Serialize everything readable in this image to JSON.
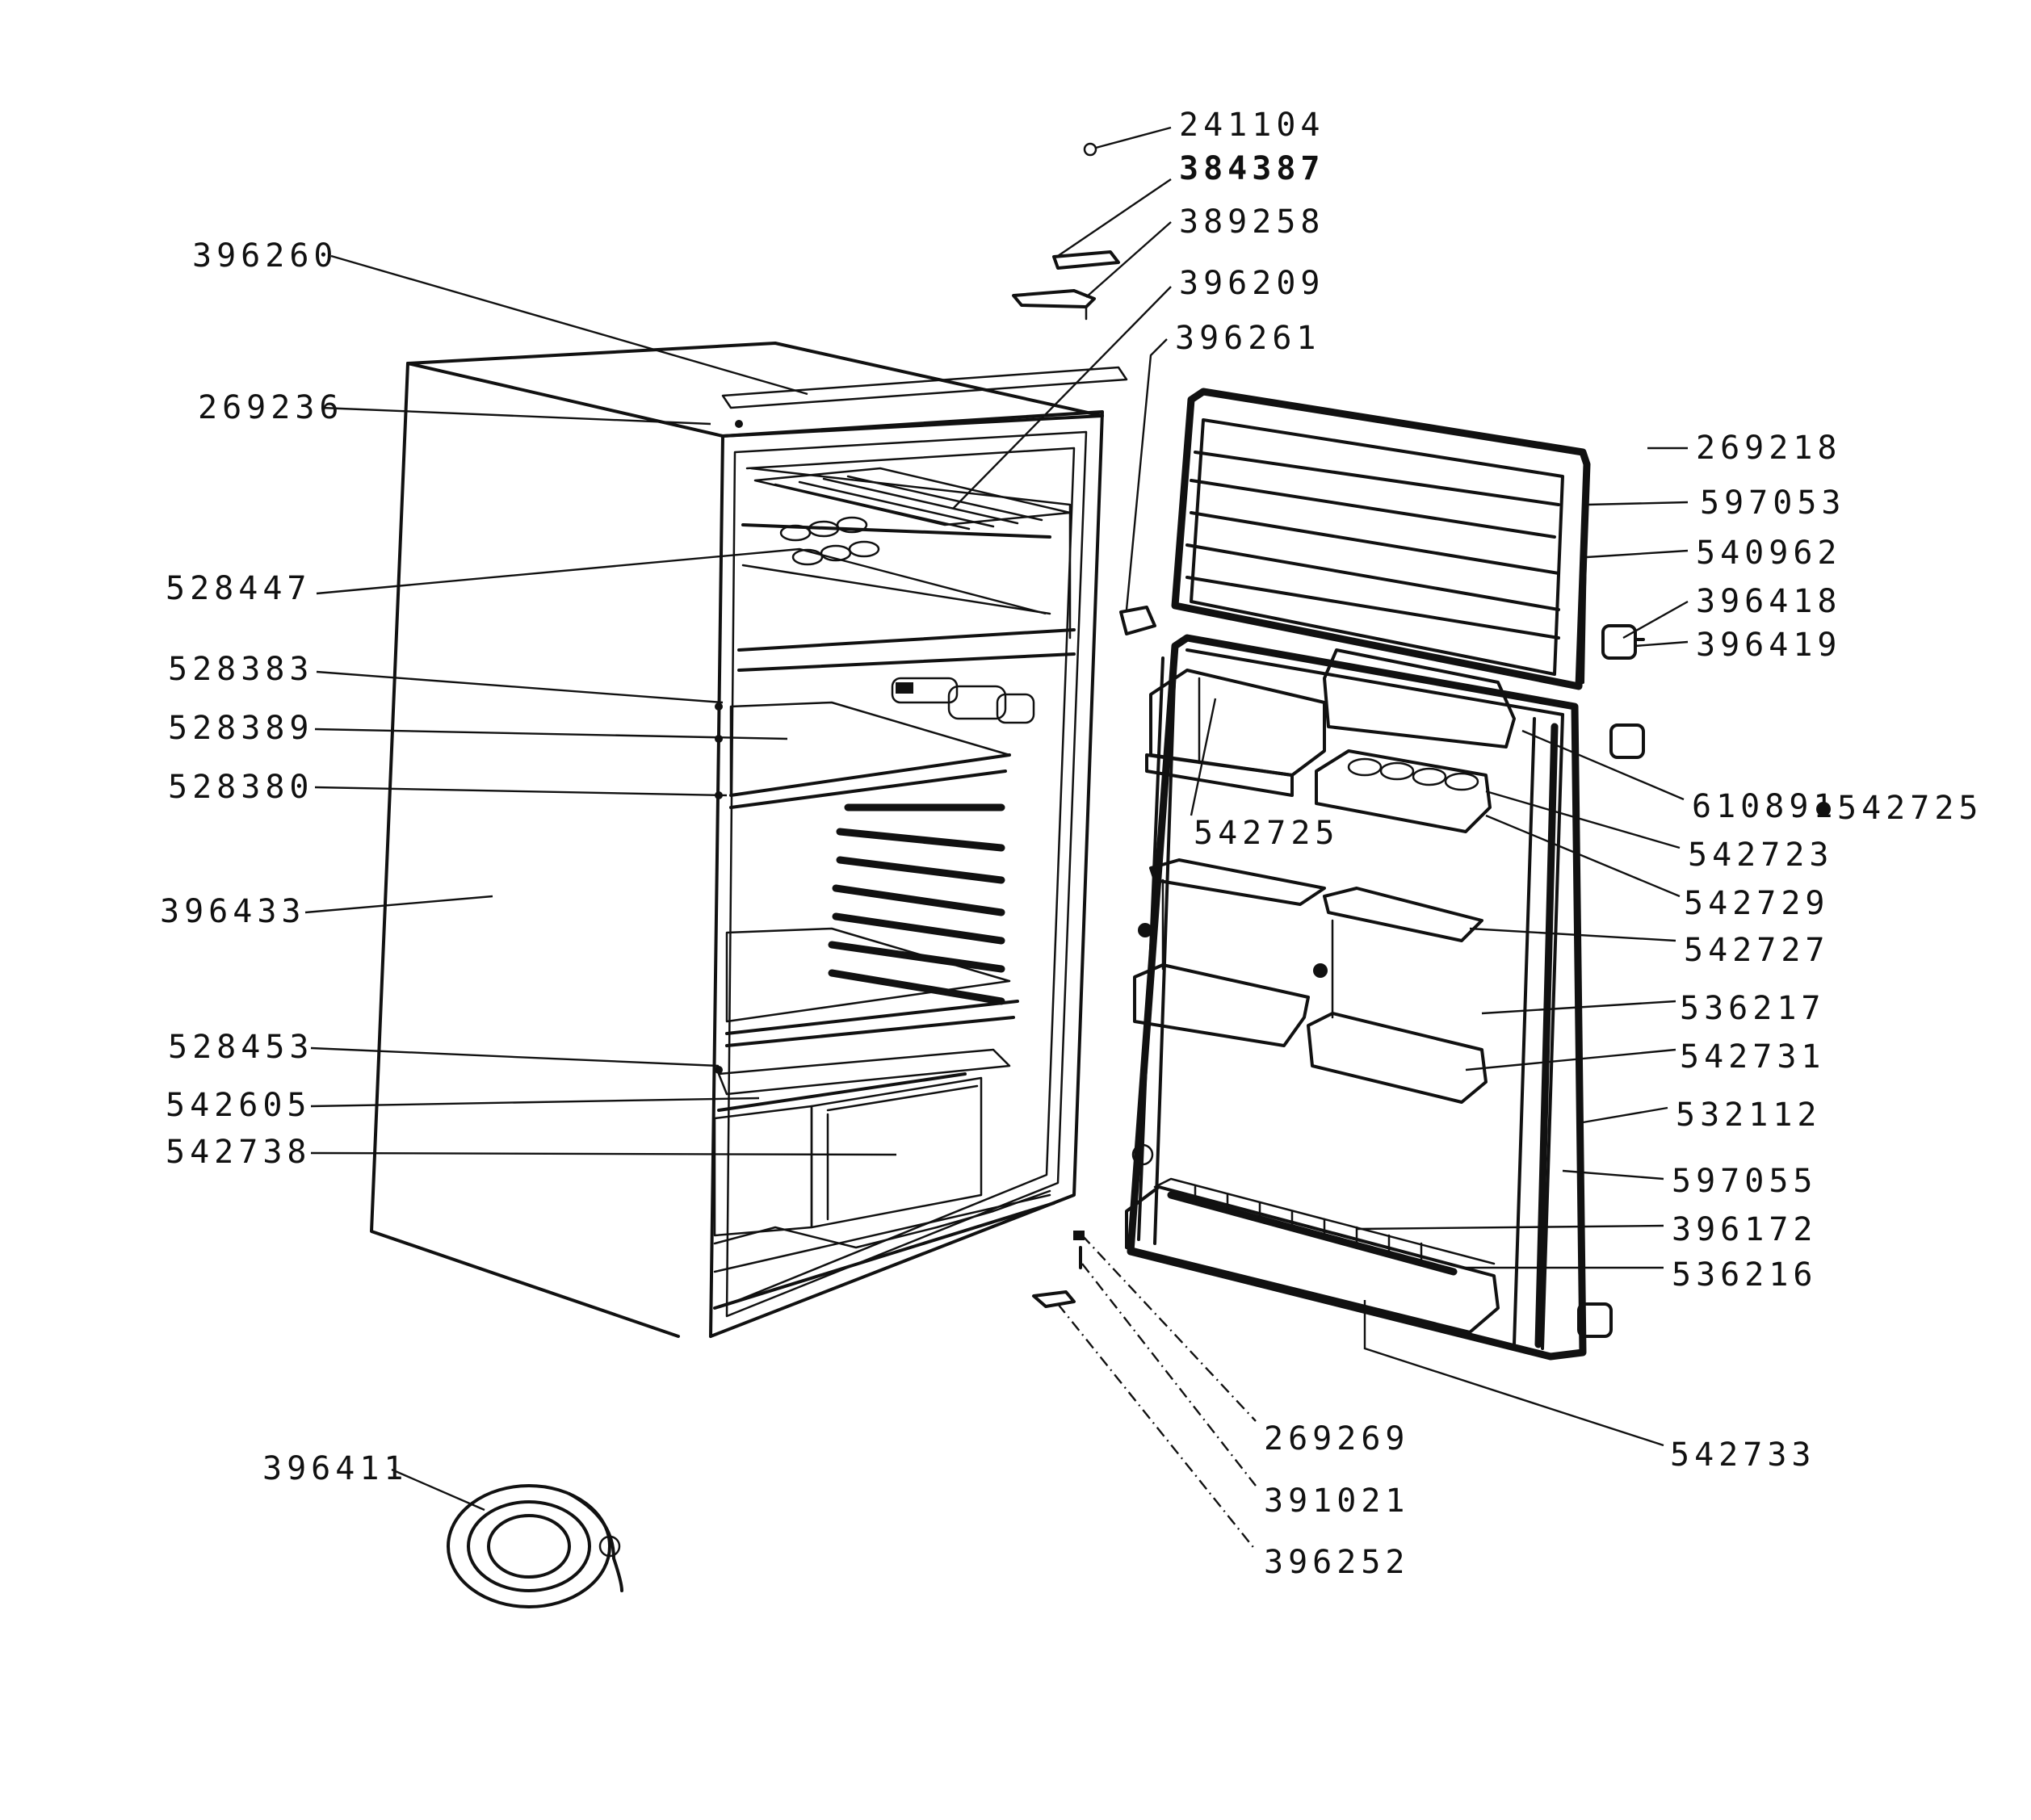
{
  "labels": {
    "l241104": "241104",
    "l384387": "384387",
    "l389258": "389258",
    "l396209": "396209",
    "l396261": "396261",
    "l396260": "396260",
    "l269236": "269236",
    "l269218": "269218",
    "l597053": "597053",
    "l540962": "540962",
    "l396418": "396418",
    "l396419": "396419",
    "l528447": "528447",
    "l528383": "528383",
    "l528389": "528389",
    "l528380": "528380",
    "l542725a": "542725",
    "l610891": "610891",
    "l542725b": "542725",
    "l542723": "542723",
    "l542729": "542729",
    "l396433": "396433",
    "l542727": "542727",
    "l536217": "536217",
    "l528453": "528453",
    "l542731": "542731",
    "l542605": "542605",
    "l532112": "532112",
    "l542738": "542738",
    "l597055": "597055",
    "l396172": "396172",
    "l536216": "536216",
    "l269269": "269269",
    "l542733": "542733",
    "l391021": "391021",
    "l396252": "396252",
    "l396411": "396411"
  }
}
